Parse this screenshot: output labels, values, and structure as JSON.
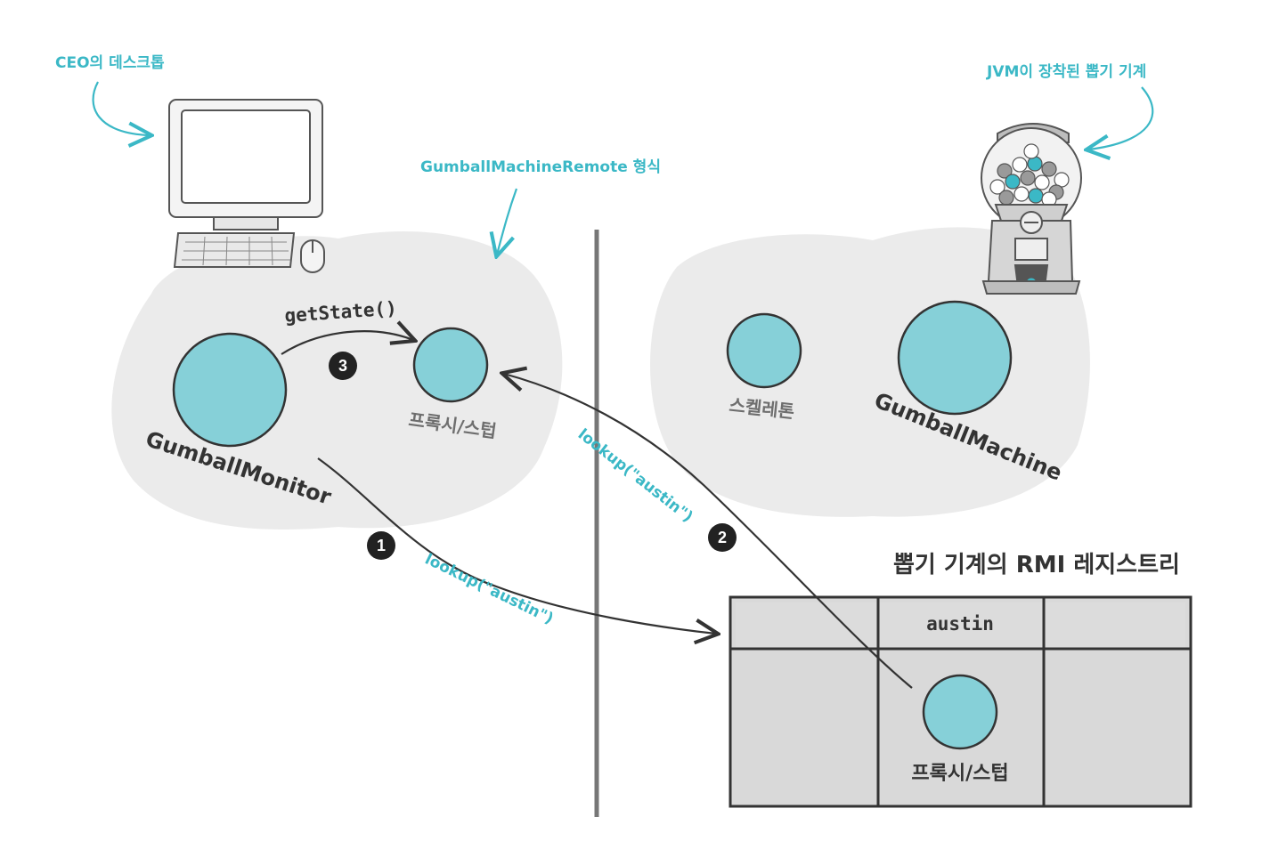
{
  "colors": {
    "accent": "#3bb8c6",
    "node_fill": "#86d0d8",
    "node_stroke": "#333333",
    "cloud": "#ebebeb",
    "registry_bg": "#d9d9d9"
  },
  "labels": {
    "ceo_desktop": "CEO의 데스크톱",
    "jvm_machine": "JVM이 장착된 뽑기 기계",
    "remote_type": "GumballMachineRemote 형식",
    "get_state": "getState()",
    "gumball_monitor": "GumballMonitor",
    "proxy_stub": "프록시/스텁",
    "skeleton": "스켈레톤",
    "gumball_machine": "GumballMachine",
    "registry_title": "뽑기 기계의 RMI 레지스트리",
    "registry_entry": "austin",
    "registry_proxy": "프록시/스텁",
    "lookup_1": "lookup(\"austin\")",
    "lookup_2": "lookup(\"austin\")"
  },
  "steps": {
    "one": "1",
    "two": "2",
    "three": "3"
  },
  "icons": [
    "computer-icon",
    "gumball-machine-icon"
  ]
}
